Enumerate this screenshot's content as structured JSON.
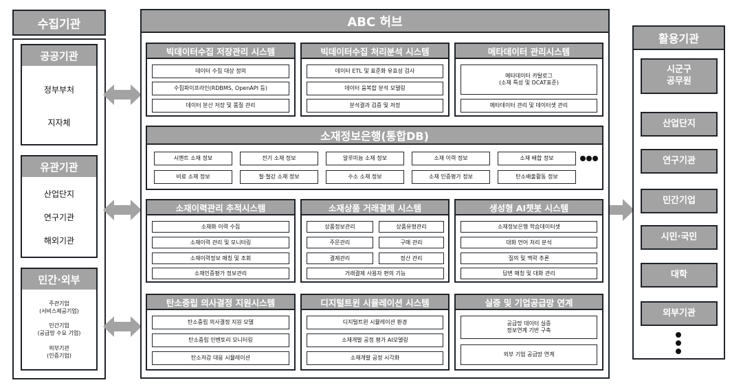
{
  "hub_title": "ABC 허브",
  "left": {
    "title": "수집기관",
    "groups": [
      {
        "title": "공공기관",
        "items": [
          "정부부처",
          "지자체"
        ]
      },
      {
        "title": "유관기관",
        "items": [
          "산업단지",
          "연구기관",
          "해외기관"
        ]
      },
      {
        "title": "민간·외부",
        "items": [
          {
            "line1": "주관기업",
            "line2": "(서비스제공기업)"
          },
          {
            "line1": "민간기업",
            "line2": "(공급망 수요 기업)"
          },
          {
            "line1": "외부기관",
            "line2": "(인증기업)"
          }
        ]
      }
    ]
  },
  "right": {
    "title": "활용기관",
    "items": [
      "시군구\n공무원",
      "산업단지",
      "연구기관",
      "민간기업",
      "시민·국민",
      "대학",
      "외부기관"
    ]
  },
  "row1": [
    {
      "title": "빅데이터수집 저장관리 시스템",
      "items": [
        "데이터 수집 대상 정의",
        "수집파이프라인(RDBMS, OpenAPI 등)",
        "데이터 분산 저장 및 품질 관리"
      ]
    },
    {
      "title": "빅데이터수집 처리분석 시스템",
      "items": [
        "데이터 ETL 및 표준화 유효성 검사",
        "데이터 융복합 분석 모델링",
        "분석결과 검증 및 저장"
      ]
    },
    {
      "title": "메타데이터 관리시스템",
      "items": [
        "메타데이터 카탈로그\n(소재 특성 및 DCAT표준)",
        "메타데이터 관리 및 데이터셋 관리"
      ]
    }
  ],
  "bank": {
    "title": "소재정보은행(통합DB)",
    "row1": [
      "시멘트 소재 정보",
      "전기 소재 정보",
      "알루미늄 소재 정보",
      "소재 이력 정보",
      "소재 배합 정보"
    ],
    "row2": [
      "비료 소재 정보",
      "철·철강 소재 정보",
      "수소 소재 정보",
      "소재 인증평가 정보",
      "탄소배출활동 정보"
    ]
  },
  "row3": [
    {
      "title": "소재이력관리 추적시스템",
      "items": [
        "소재화 이력 수집",
        "소재이력 관리 및 모니터링",
        "소재이력정보 매칭 및 조회",
        "소재인증평가 정보관리"
      ]
    },
    {
      "title": "소재상품 거래결제 시스템",
      "pairs": [
        [
          "상품정보관리",
          "상품유형관리"
        ],
        [
          "주문관리",
          "구매 관리"
        ],
        [
          "결제관리",
          "정산 관리"
        ]
      ],
      "wide": "거래결제 사용자 편의 기능"
    },
    {
      "title": "생성형 AI챗봇 시스템",
      "items": [
        "소재정보은행 학습데이터셋",
        "대화 언어 처리 분석",
        "질의 및 맥락 추론",
        "답변 매칭 및 대화 관리"
      ]
    }
  ],
  "row4": [
    {
      "title": "탄소중립 의사결정 지원시스템",
      "items": [
        "탄소중립 의사결정 지원 모델",
        "탄소중립 인벤토리 모니터링",
        "탄소저감 대응 시뮬레이션"
      ]
    },
    {
      "title": "디지털트윈 시뮬레이션 시스템",
      "items": [
        "디지털트윈 시뮬레이션 환경",
        "소재개발 공정 평가 AI모델링",
        "소재개발 공정 시각화"
      ]
    },
    {
      "title": "실증 및 기업공급망 연계",
      "items": [
        "공급망 데이터 실증\n정보연계 기반 구축",
        "외부 기업 공급망 연계"
      ]
    }
  ]
}
